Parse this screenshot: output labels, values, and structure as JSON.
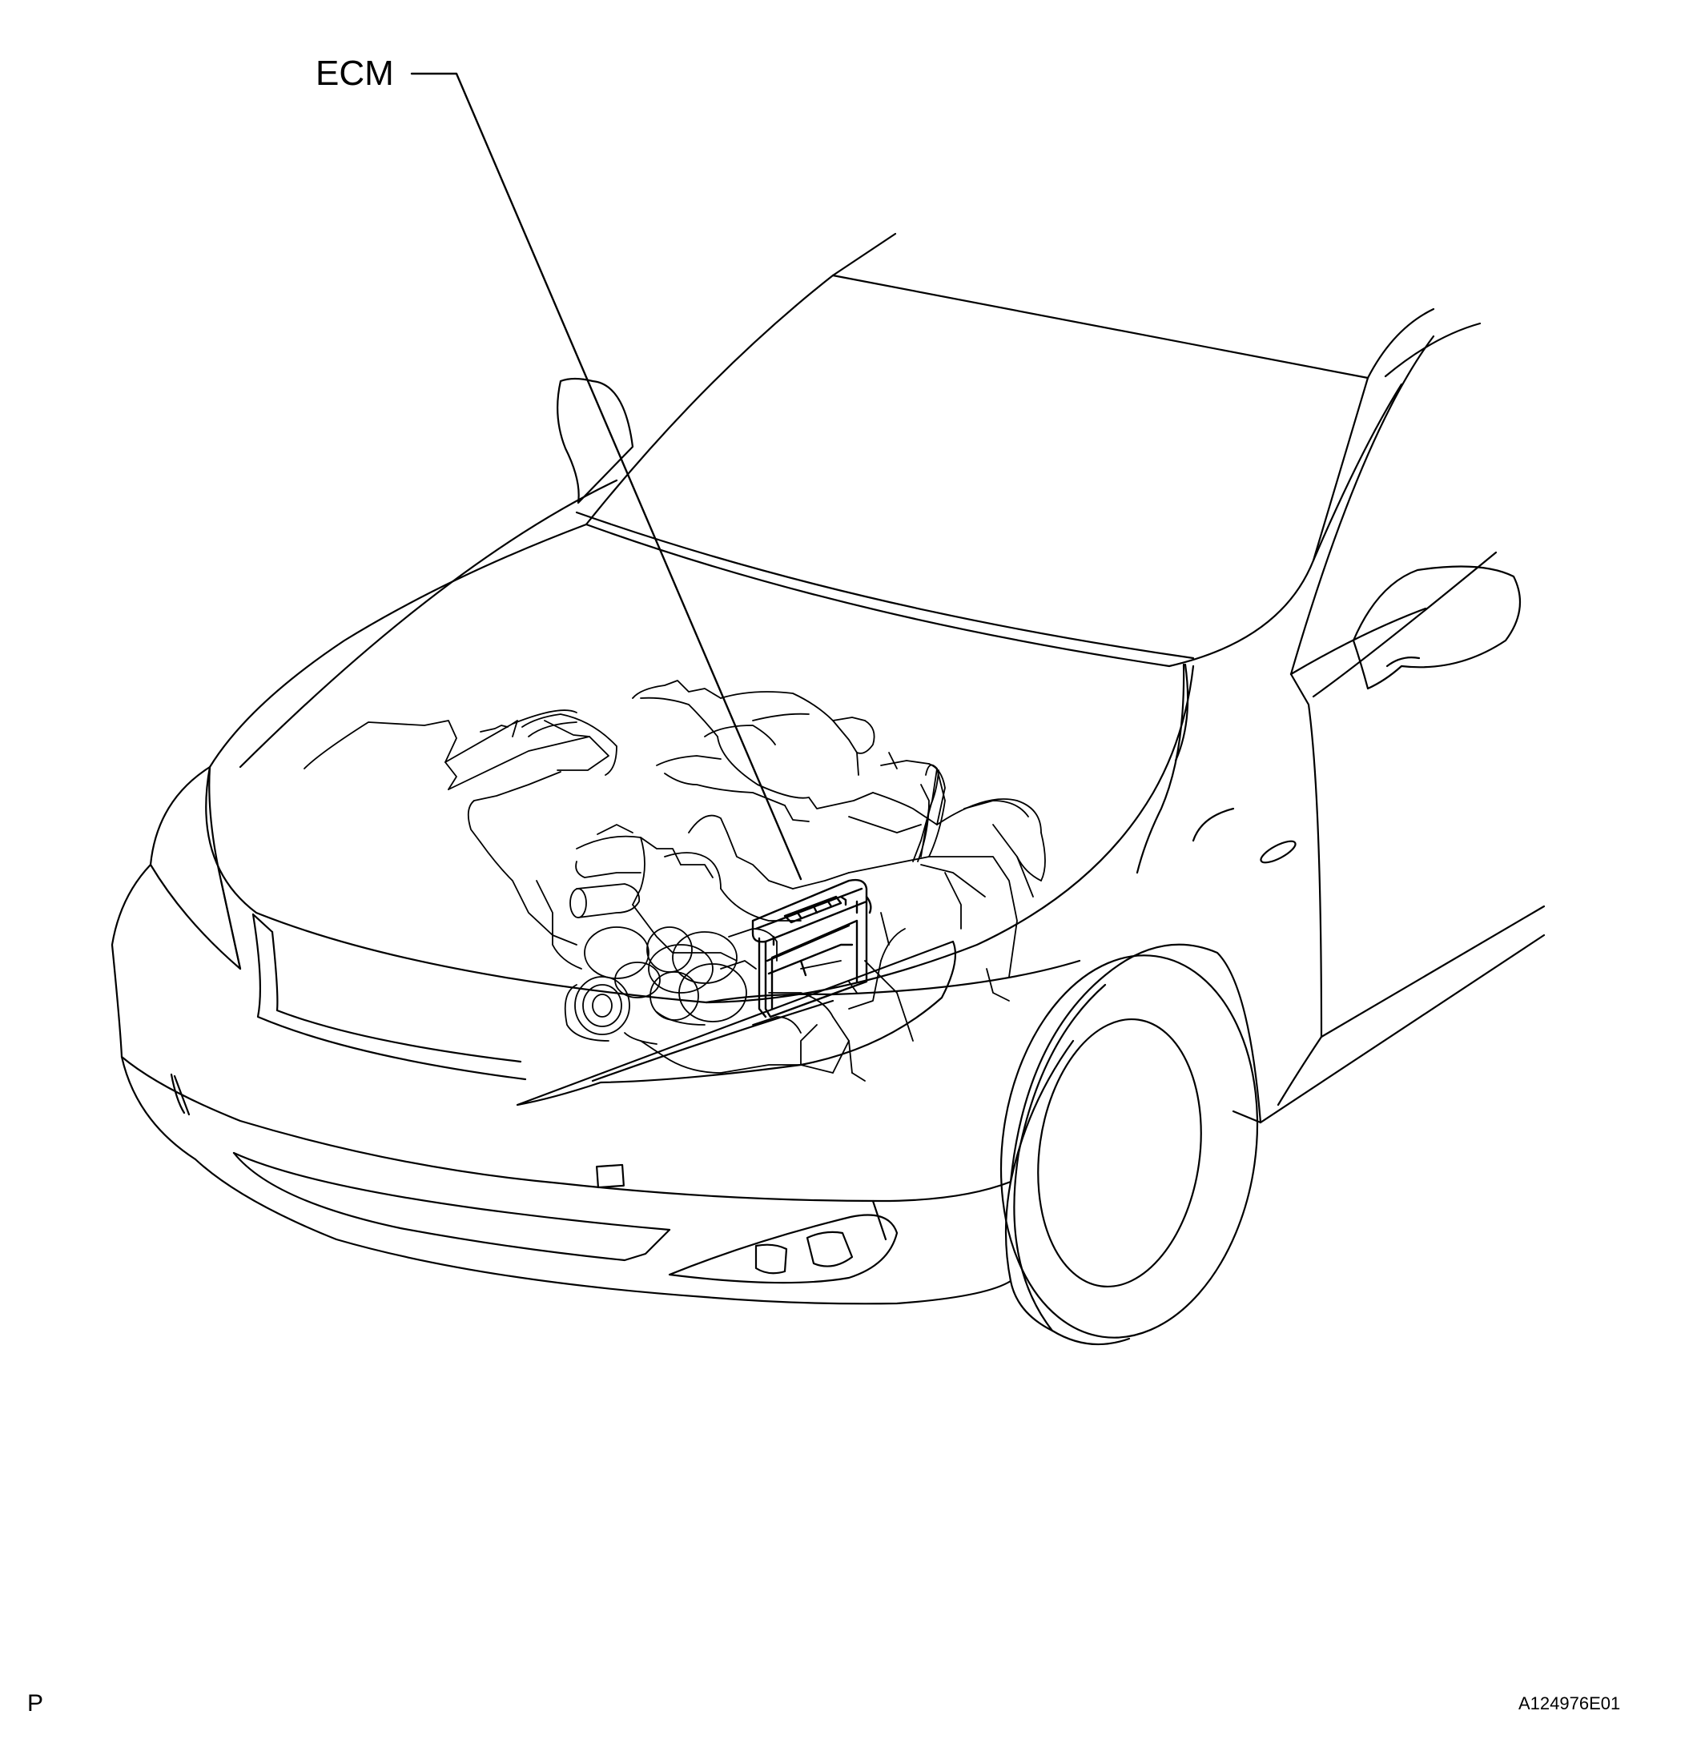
{
  "labels": {
    "ecm": "ECM",
    "view_code": "P",
    "figure_id": "A124976E01"
  },
  "colors": {
    "line": "#000000",
    "background": "#ffffff"
  }
}
